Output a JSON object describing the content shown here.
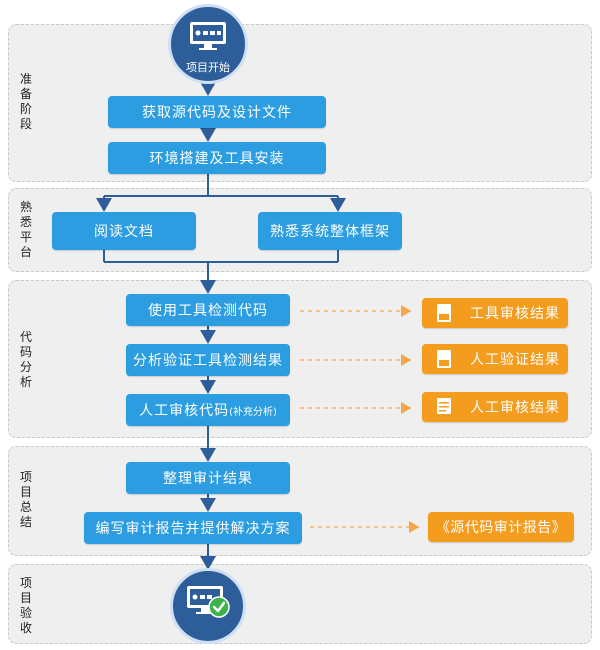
{
  "phases": [
    {
      "id": "prepare",
      "label": "准备阶段"
    },
    {
      "id": "familiarize",
      "label": "熟悉平台"
    },
    {
      "id": "analysis",
      "label": "代码分析"
    },
    {
      "id": "summary",
      "label": "项目总结"
    },
    {
      "id": "acceptance",
      "label": "项目验收"
    }
  ],
  "start_node": {
    "label": "项目开始",
    "icon": "monitor-icon"
  },
  "end_node": {
    "icon": "monitor-checkmark-icon"
  },
  "steps": {
    "get_code": "获取源代码及设计文件",
    "env_setup": "环境搭建及工具安装",
    "read_docs": "阅读文档",
    "familiar_framework": "熟悉系统整体框架",
    "tool_scan": "使用工具检测代码",
    "verify_results": "分析验证工具检测结果",
    "manual_review": "人工审核代码",
    "manual_review_note": "(补充分析)",
    "organize_results": "整理审计结果",
    "write_report": "编写审计报告并提供解决方案"
  },
  "results": {
    "tool_review_result": "工具审核结果",
    "manual_verify_result": "人工验证结果",
    "manual_review_result": "人工审核结果",
    "audit_report": "《源代码审计报告》"
  },
  "colors": {
    "step": "#2b9de0",
    "result": "#f39c1d",
    "connector": "#2e5e9a",
    "dashed_arrow": "#f5b26b",
    "check": "#3cb34a"
  }
}
